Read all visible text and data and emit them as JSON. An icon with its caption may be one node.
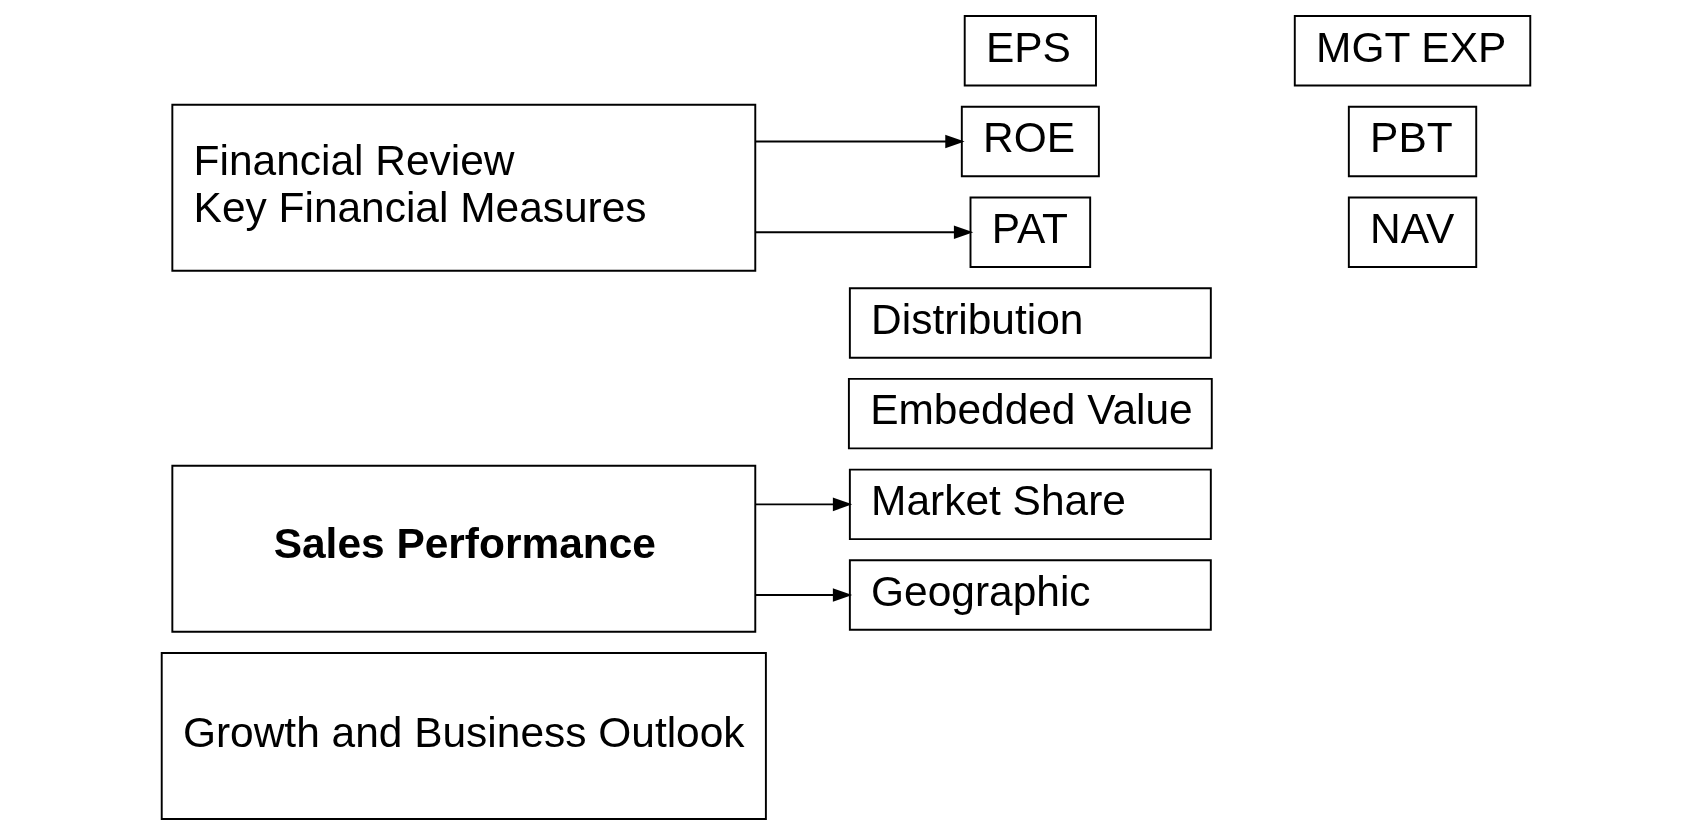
{
  "diagram": {
    "nodes": [
      {
        "text": [
          "Financial Review",
          "Key Financial Measures"
        ]
      },
      {
        "text": [
          "PAT"
        ]
      },
      {
        "text": [
          "NAV"
        ]
      },
      {
        "text": [
          "EPS"
        ]
      },
      {
        "text": [
          "MGT EXP"
        ]
      },
      {
        "text": [
          "ROE"
        ]
      },
      {
        "text": [
          "PBT"
        ]
      },
      {
        "text": [
          "Sales Performance"
        ]
      },
      {
        "text": [
          "Geographic"
        ]
      },
      {
        "text": [
          "Distribution"
        ]
      },
      {
        "text": [
          "Embedded Value"
        ]
      },
      {
        "text": [
          "Market Share"
        ]
      },
      {
        "text": [
          "Growth and Business Outlook"
        ]
      }
    ],
    "edges": [
      {
        "from": 0,
        "to": 1,
        "arrow": "to"
      },
      {
        "from": 0,
        "to": 5,
        "arrow": "to"
      },
      {
        "from": 7,
        "to": 8,
        "arrow": "to"
      },
      {
        "from": 7,
        "to": 11,
        "arrow": "to"
      }
    ]
  }
}
